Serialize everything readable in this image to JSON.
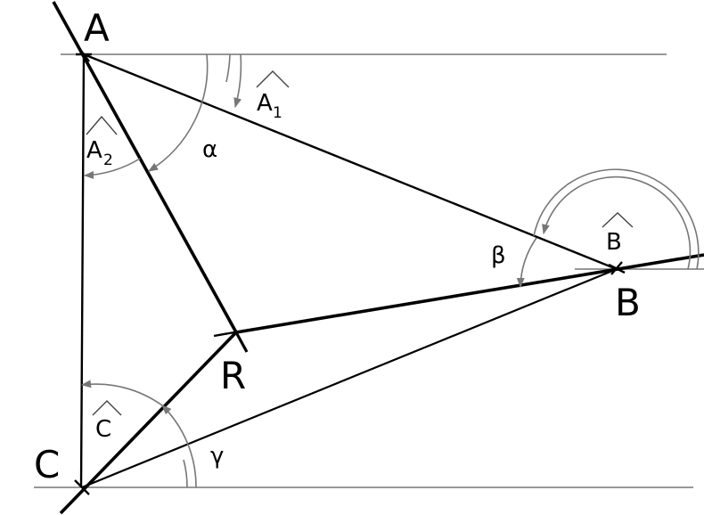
{
  "points": {
    "A": "A",
    "B": "B",
    "C": "C",
    "R": "R"
  },
  "angles": {
    "alpha": "α",
    "beta": "β",
    "gamma": "γ",
    "a1_letter": "A",
    "a1_index": "1",
    "a2_letter": "A",
    "a2_index": "2",
    "b_hat_letter": "B",
    "c_hat_letter": "C"
  },
  "colors": {
    "main_lines": "#000000",
    "construction_lines": "#777777"
  }
}
